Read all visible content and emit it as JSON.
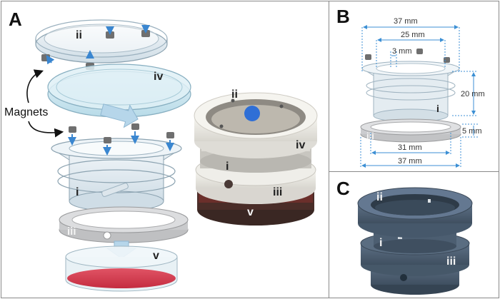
{
  "panels": {
    "a": {
      "letter": "A",
      "magnets_label": "Magnets",
      "labels": {
        "ii": "ii",
        "iv": "iv",
        "i": "i",
        "iii": "iii",
        "v": "v"
      },
      "photo_labels": {
        "ii": "ii",
        "iv": "iv",
        "i": "i",
        "iii": "iii",
        "v": "v"
      }
    },
    "b": {
      "letter": "B",
      "dims": {
        "top_width": "37 mm",
        "inner_width": "25 mm",
        "slot_width": "3 mm",
        "height": "20 mm",
        "base_height": "5 mm",
        "base_inner": "31 mm",
        "base_outer": "37 mm"
      },
      "labels": {
        "i": "i",
        "iii": "iii"
      }
    },
    "c": {
      "letter": "C",
      "labels": {
        "ii": "ii",
        "i": "i",
        "iii": "iii"
      }
    }
  },
  "colors": {
    "plastic_clear": "#d9e6ee",
    "lid_blue": "#c7e3ee",
    "ring_gray": "#cfd0d2",
    "magnet_gray": "#6f6f6f",
    "arrow_blue": "#3a86d0",
    "media_red": "#d23a4b",
    "print_slate": "#4f6175"
  }
}
